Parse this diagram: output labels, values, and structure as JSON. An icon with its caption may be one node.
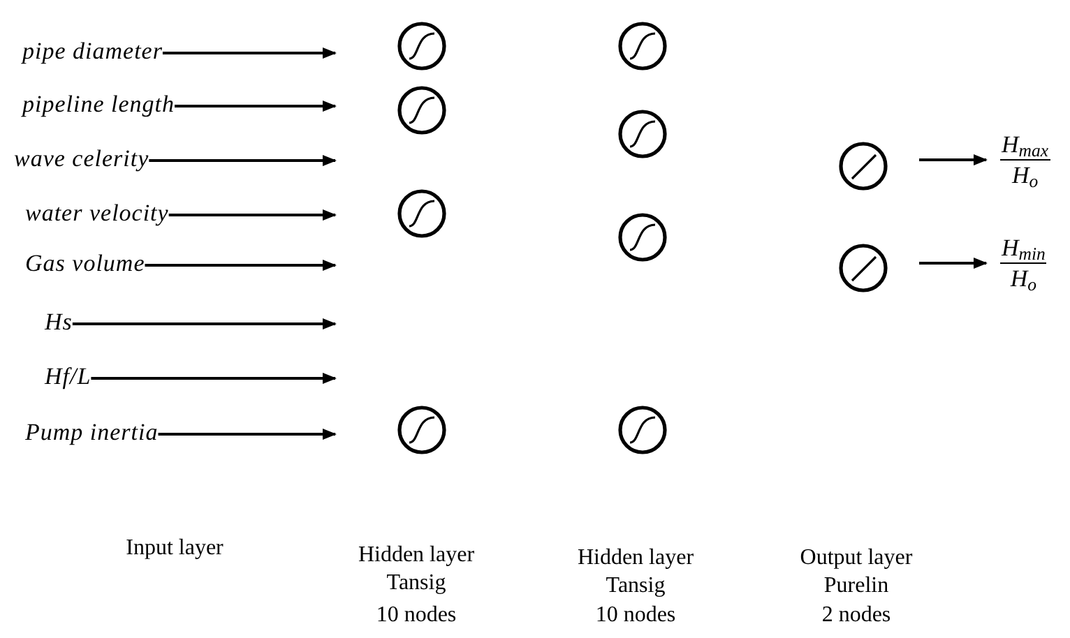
{
  "diagram": {
    "nodes": [
      {
        "text": [
          "pipe diameter"
        ]
      },
      {
        "text": [
          "pipeline length"
        ]
      },
      {
        "text": [
          "wave celerity"
        ]
      },
      {
        "text": [
          "water velocity"
        ]
      },
      {
        "text": [
          "Gas volume"
        ]
      },
      {
        "text": [
          "Hs"
        ]
      },
      {
        "text": [
          "Hf/L"
        ]
      },
      {
        "text": [
          "Pump inertia"
        ]
      },
      {
        "text": [],
        "shape": "circle"
      },
      {
        "text": [],
        "shape": "circle"
      },
      {
        "text": [],
        "shape": "circle"
      },
      {
        "text": [],
        "shape": "circle"
      },
      {
        "text": [],
        "shape": "circle"
      },
      {
        "text": [],
        "shape": "circle"
      },
      {
        "text": [],
        "shape": "circle"
      },
      {
        "text": [],
        "shape": "circle"
      },
      {
        "text": [],
        "shape": "circle"
      },
      {
        "text": [],
        "shape": "circle"
      },
      {
        "text": [
          "H$_{max}$",
          "H$_{o}$"
        ]
      },
      {
        "text": [
          "H$_{min}$",
          "H$_{o}$"
        ]
      }
    ],
    "edges": [
      {
        "from": 0,
        "to": null,
        "arrow": "to"
      },
      {
        "from": 1,
        "to": null,
        "arrow": "to"
      },
      {
        "from": 2,
        "to": null,
        "arrow": "to"
      },
      {
        "from": 3,
        "to": null,
        "arrow": "to"
      },
      {
        "from": 4,
        "to": null,
        "arrow": "to"
      },
      {
        "from": 5,
        "to": null,
        "arrow": "to"
      },
      {
        "from": 6,
        "to": null,
        "arrow": "to"
      },
      {
        "from": 7,
        "to": null,
        "arrow": "to"
      },
      {
        "from": 16,
        "to": 18,
        "arrow": "to"
      },
      {
        "from": 17,
        "to": 19,
        "arrow": "to"
      }
    ],
    "labels": [
      "Input layer",
      "Hidden layer Tansig",
      "10 nodes",
      "Hidden layer Tansig",
      "10 nodes",
      "Output layer Purelin",
      "2 nodes"
    ]
  }
}
